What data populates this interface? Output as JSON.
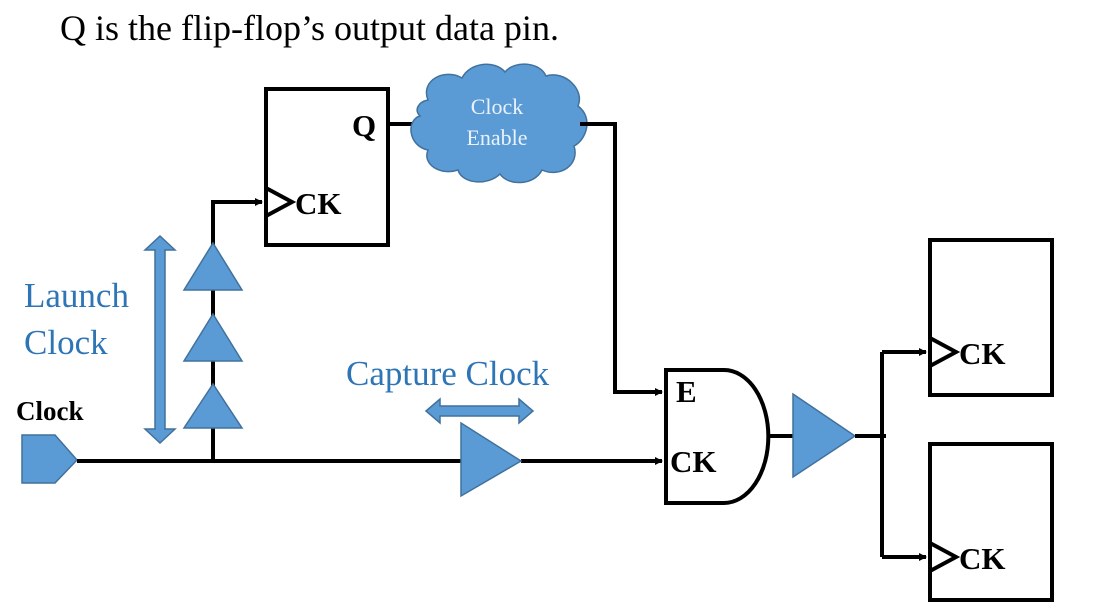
{
  "caption": "Q is the flip-flop’s output data pin.",
  "colors": {
    "accent_blue": "#5b9bd5",
    "label_blue": "#2e75b6",
    "wire": "#000000"
  },
  "launch_flop": {
    "q_pin": "Q",
    "ck_pin": "CK"
  },
  "cloud": {
    "line1": "Clock",
    "line2": "Enable"
  },
  "clock_port": {
    "label": "Clock"
  },
  "launch_clock": {
    "line1": "Launch",
    "line2": "Clock"
  },
  "capture_clock": {
    "label": "Capture Clock"
  },
  "clock_gate": {
    "enable_pin": "E",
    "clock_pin": "CK"
  },
  "sink_flops": [
    {
      "ck_pin": "CK"
    },
    {
      "ck_pin": "CK"
    }
  ]
}
